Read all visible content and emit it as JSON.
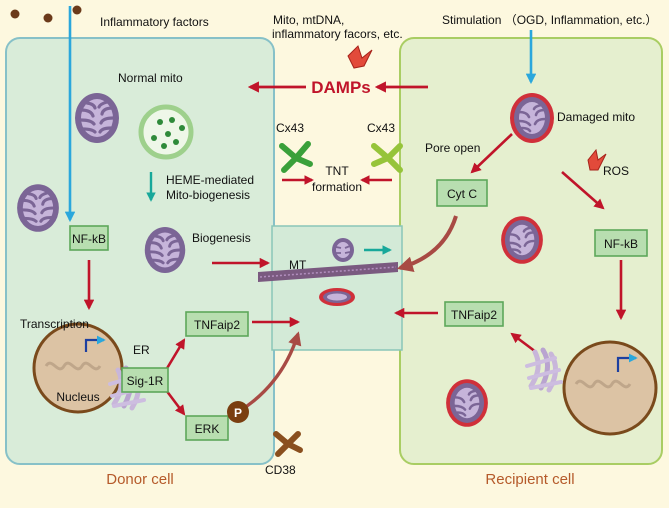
{
  "labels": {
    "inflammatory_factors": "Inflammatory factors",
    "damps_source_line1": "Mito, mtDNA,",
    "damps_source_line2": "inflammatory facors, etc.",
    "stimulation": "Stimulation （OGD, Inflammation, etc.）",
    "damps": "DAMPs",
    "normal_mito": "Normal mito",
    "damaged_mito": "Damaged mito",
    "cx43_left": "Cx43",
    "cx43_right": "Cx43",
    "pore_open": "Pore open",
    "tnt_line1": "TNT",
    "tnt_line2": "formation",
    "heme_line1": "HEME-mediated",
    "heme_line2": "Mito-biogenesis",
    "ros": "ROS",
    "biogenesis": "Biogenesis",
    "mt": "MT",
    "transcription": "Transcription",
    "er": "ER",
    "nucleus": "Nucleus",
    "cd38": "CD38",
    "donor_cell": "Donor cell",
    "recipient_cell": "Recipient cell",
    "p": "P"
  },
  "boxes": {
    "nfkb_left": "NF-kB",
    "cytc": "Cyt C",
    "nfkb_right": "NF-kB",
    "tnfaip2_left": "TNFaip2",
    "tnfaip2_right": "TNFaip2",
    "sig1r": "Sig-1R",
    "erk": "ERK"
  },
  "colors": {
    "background": "#fdf8df",
    "donor_cell_fill": "#d9ecd9",
    "recipient_cell_fill": "#e5efcf",
    "arrow_red": "#c0142a",
    "arrow_blue": "#2aa7dc",
    "arrow_teal": "#18a89a",
    "box_fill": "#b8deb0",
    "box_stroke": "#5da75a",
    "mito_outer": "#7b6596",
    "mito_inner": "#c6b4da",
    "damaged_outer": "#d0303a",
    "nucleus_fill": "#dcc3a4",
    "cell_label": "#b55a2a",
    "cx43_left_color": "#3aa03a",
    "cx43_right_color": "#96c43a",
    "cd38_color": "#8a4f1e"
  }
}
